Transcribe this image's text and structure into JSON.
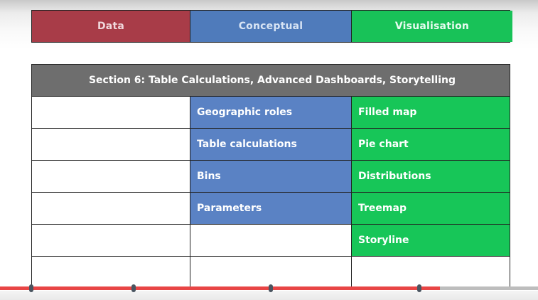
{
  "header": {
    "data_label": "Data",
    "conceptual_label": "Conceptual",
    "visualisation_label": "Visualisation",
    "colors": {
      "data": "#a83c48",
      "conceptual": "#4f7bbb",
      "visualisation": "#18c258"
    }
  },
  "section": {
    "title": "Section 6: Table Calculations, Advanced Dashboards, Storytelling"
  },
  "rows": [
    {
      "data": "",
      "conceptual": "Geographic roles",
      "visualisation": "Filled map"
    },
    {
      "data": "",
      "conceptual": "Table calculations",
      "visualisation": "Pie chart"
    },
    {
      "data": "",
      "conceptual": "Bins",
      "visualisation": "Distributions"
    },
    {
      "data": "",
      "conceptual": "Parameters",
      "visualisation": "Treemap"
    },
    {
      "data": "",
      "conceptual": "",
      "visualisation": "Storyline"
    },
    {
      "data": "",
      "conceptual": "",
      "visualisation": ""
    }
  ],
  "player": {
    "progress_fraction": 0.818,
    "chapter_markers": [
      0.058,
      0.249,
      0.503,
      0.779
    ],
    "played_color": "#e84545",
    "track_color": "#bdbdbd"
  }
}
